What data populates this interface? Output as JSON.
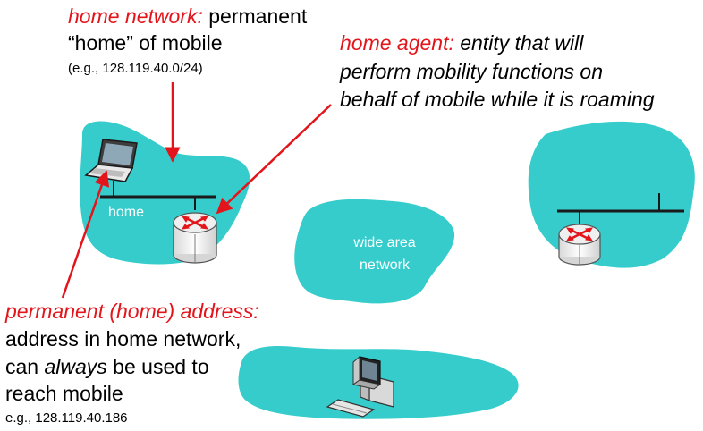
{
  "annotations": {
    "home_network": {
      "title": "home network:",
      "text_line1": " permanent",
      "text_line2": "“home” of mobile",
      "example": "(e.g., 128.119.40.0/24)"
    },
    "home_agent": {
      "title": "home agent:",
      "text_line1": " entity that will",
      "text_line2": "perform mobility functions on",
      "text_line3": "behalf of mobile while it is roaming"
    },
    "permanent_address": {
      "title": "permanent (home) address:",
      "text_line1": "address in home network,",
      "text_line2_pre": "can ",
      "text_line2_em": "always",
      "text_line2_post": " be used to",
      "text_line3": "reach mobile",
      "example": "e.g., 128.119.40.186"
    }
  },
  "networks": {
    "home_label": "home",
    "wan_line1": "wide area",
    "wan_line2": "network"
  },
  "colors": {
    "cloud": "#36cccc",
    "annotation": "#e3151b",
    "arrow": "#e3151b"
  }
}
